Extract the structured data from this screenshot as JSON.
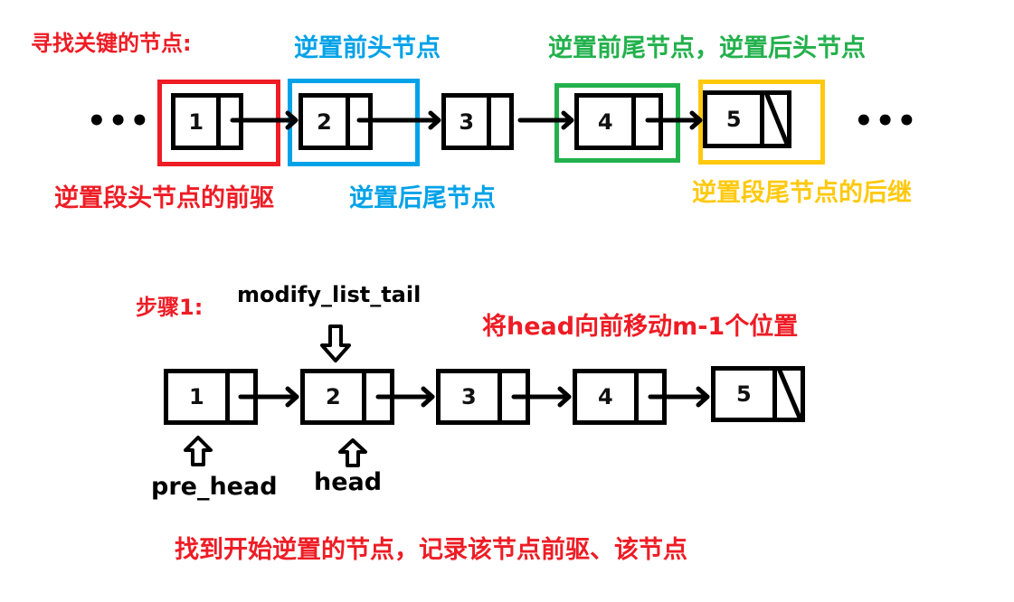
{
  "colors": {
    "red": "#ee1c25",
    "blue": "#00a2e8",
    "green": "#22b14c",
    "yellow": "#ffc90e",
    "black": "#000000"
  },
  "top": {
    "title": "寻找关键的节点:",
    "labels": {
      "reverse_pre_head": "逆置前头节点",
      "reverse_pre_tail_post_head": "逆置前尾节点，逆置后头节点",
      "segment_head_predecessor": "逆置段头节点的前驱",
      "reverse_post_tail": "逆置后尾节点",
      "segment_tail_successor": "逆置段尾节点的后继"
    },
    "ellipsis_left": "•••",
    "ellipsis_right": "•••",
    "nodes": [
      "1",
      "2",
      "3",
      "4",
      "5"
    ]
  },
  "bottom": {
    "step_label": "步骤1:",
    "pointer_top": "modify_list_tail",
    "instruction": "将head向前移动m-1个位置",
    "pointer_pre_head": "pre_head",
    "pointer_head": "head",
    "nodes": [
      "1",
      "2",
      "3",
      "4",
      "5"
    ],
    "caption": "找到开始逆置的节点，记录该节点前驱、该节点"
  }
}
